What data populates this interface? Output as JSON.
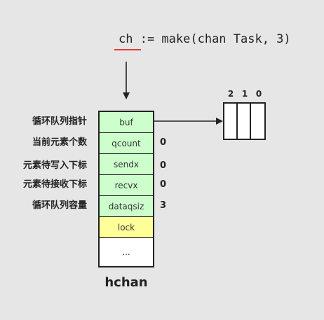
{
  "code": {
    "variable": "ch",
    "rest": " := make(chan Task, 3)"
  },
  "hchan": {
    "name": "hchan",
    "fields": [
      {
        "name": "buf",
        "label": "循环队列指针",
        "value": ""
      },
      {
        "name": "qcount",
        "label": "当前元素个数",
        "value": "0"
      },
      {
        "name": "sendx",
        "label": "元素待写入下标",
        "value": "0"
      },
      {
        "name": "recvx",
        "label": "元素待接收下标",
        "value": "0"
      },
      {
        "name": "dataqsiz",
        "label": "循环队列容量",
        "value": "3"
      },
      {
        "name": "lock",
        "label": "",
        "value": ""
      },
      {
        "name": "...",
        "label": "",
        "value": ""
      }
    ]
  },
  "buffer": {
    "indices": [
      "2",
      "1",
      "0"
    ]
  },
  "colors": {
    "background": "#e6e6e6",
    "field_green": "#ccffcc",
    "field_yellow": "#ffff99",
    "underline_red": "#e53935",
    "line": "#222222"
  }
}
